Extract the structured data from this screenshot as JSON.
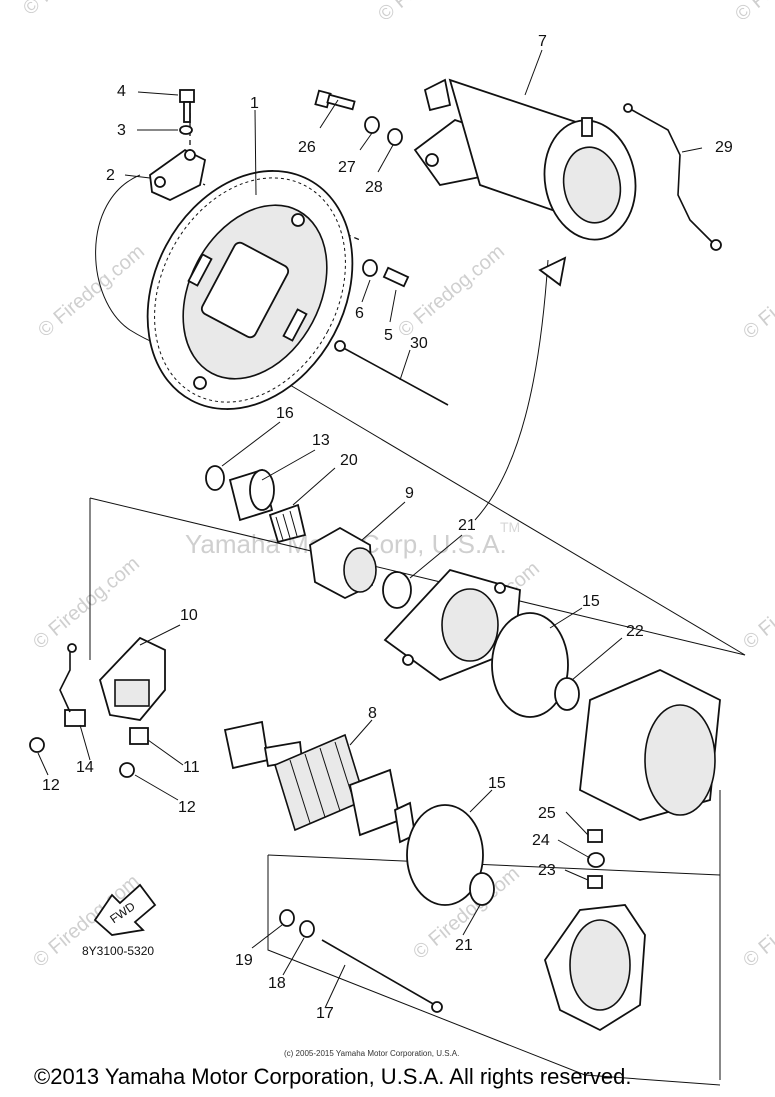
{
  "watermarks": {
    "firedog": "© Firedog.com",
    "firedog_short": "© Fi",
    "firedog_dot": "Firedog.com",
    "corp": "Yamaha Motor Corp, U.S.A.",
    "tm": "TM"
  },
  "parts": {
    "p1": "1",
    "p2": "2",
    "p3": "3",
    "p4": "4",
    "p5": "5",
    "p6": "6",
    "p7": "7",
    "p8": "8",
    "p9": "9",
    "p10": "10",
    "p11": "11",
    "p12a": "12",
    "p12b": "12",
    "p13": "13",
    "p14": "14",
    "p15a": "15",
    "p15b": "15",
    "p16": "16",
    "p17": "17",
    "p18": "18",
    "p19": "19",
    "p20": "20",
    "p21a": "21",
    "p21b": "21",
    "p22": "22",
    "p23": "23",
    "p24": "24",
    "p25": "25",
    "p26": "26",
    "p27": "27",
    "p28": "28",
    "p29": "29",
    "p30": "30"
  },
  "fwd_label": "FWD",
  "diagram_code": "8Y3100-5320",
  "small_copyright": "(c) 2005-2015 Yamaha Motor Corporation, U.S.A.",
  "footer_copyright": "©2013 Yamaha Motor Corporation, U.S.A. All rights reserved."
}
